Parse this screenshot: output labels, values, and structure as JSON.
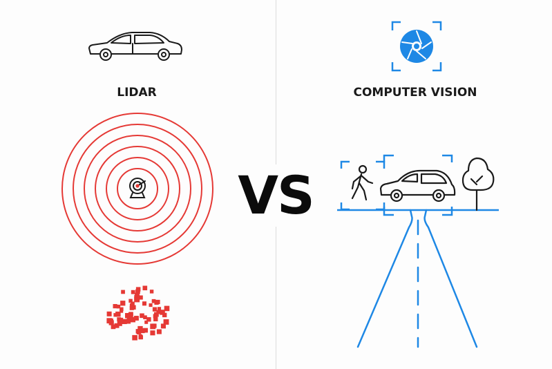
{
  "left_panel": {
    "title": "LIDAR"
  },
  "right_panel": {
    "title": "COMPUTER VISION"
  },
  "center": {
    "vs_label": "VS"
  },
  "icons": {
    "left": [
      "car-outline-icon",
      "radar-sensor-icon",
      "point-cloud-icon"
    ],
    "right": [
      "camera-aperture-icon",
      "pedestrian-icon",
      "car-outline-icon",
      "tree-icon",
      "road-icon"
    ]
  },
  "colors": {
    "lidar_red": "#e53935",
    "vision_blue": "#1e88e5",
    "ink": "#1a1a1a",
    "divider": "#dcdcdc"
  }
}
